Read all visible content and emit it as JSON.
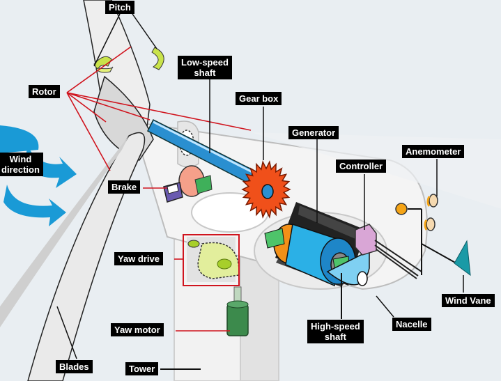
{
  "diagram": {
    "subject": "Wind turbine components",
    "labels": {
      "pitch": "Pitch",
      "rotor": "Rotor",
      "low_speed_shaft_1": "Low-speed",
      "low_speed_shaft_2": "shaft",
      "gear_box": "Gear box",
      "generator": "Generator",
      "controller": "Controller",
      "anemometer": "Anemometer",
      "wind_direction_1": "Wind",
      "wind_direction_2": "direction",
      "brake": "Brake",
      "yaw_drive": "Yaw drive",
      "yaw_motor": "Yaw motor",
      "high_speed_shaft_1": "High-speed",
      "high_speed_shaft_2": "shaft",
      "nacelle": "Nacelle",
      "wind_vane": "Wind Vane",
      "blades": "Blades",
      "tower": "Tower"
    },
    "colors": {
      "background": "#e9eef2",
      "label_bg": "#000000",
      "label_text": "#ffffff",
      "leader_red": "#d0141e",
      "wind_arrow": "#1a9ad6",
      "gear": "#f0501a",
      "shaft": "#2a8fd0",
      "generator": "#2bb0e6",
      "controller": "#d9a6d6",
      "wind_vane": "#1a9aa6",
      "anemometer_cup": "#f5a416",
      "yaw_gear": "#e2ee9c",
      "yaw_motor": "#3c8a4c",
      "brake_disc": "#f5a08a",
      "brake_caliper": "#6a5ab0"
    }
  }
}
